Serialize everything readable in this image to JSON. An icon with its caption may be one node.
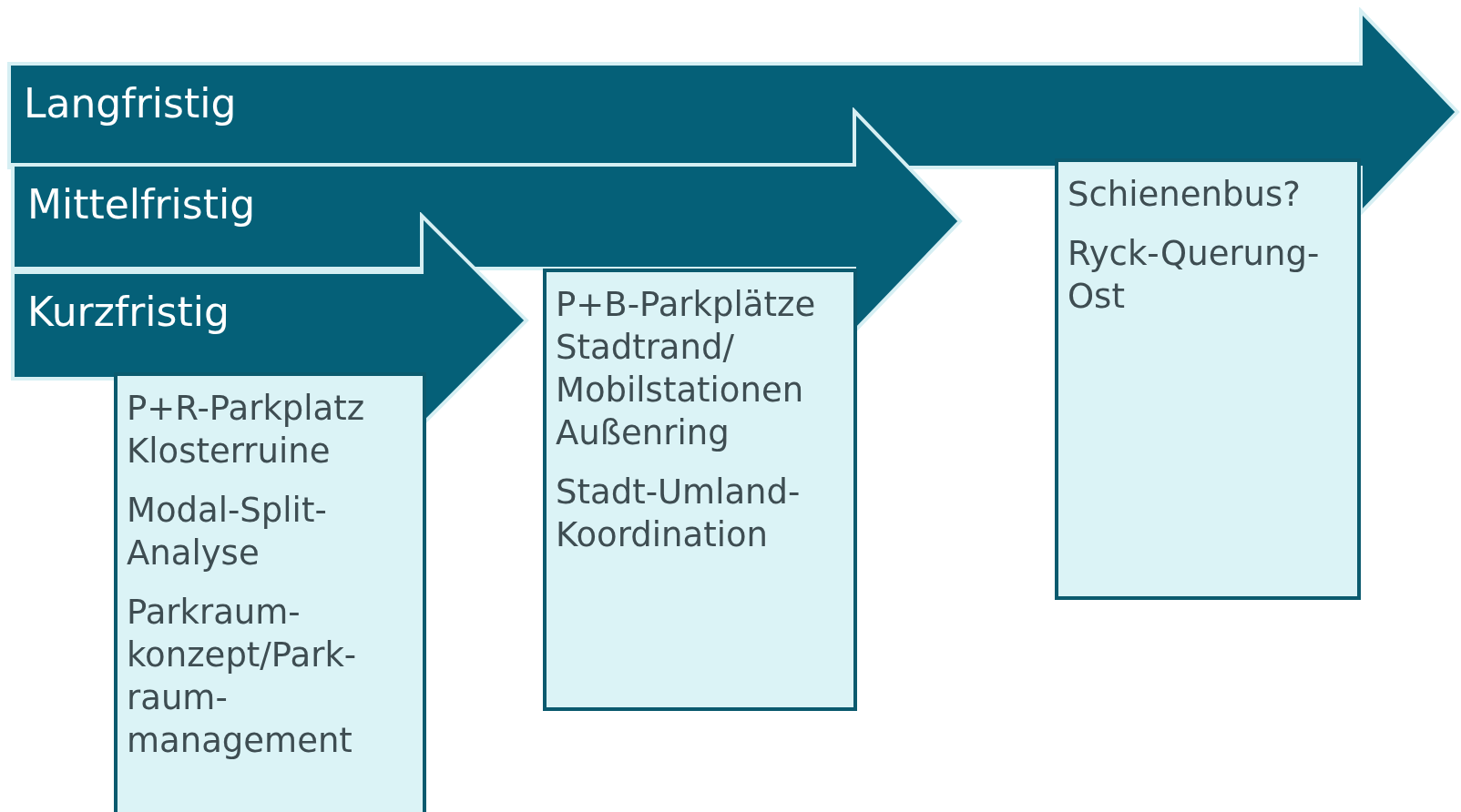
{
  "diagram": {
    "nodes": [
      {
        "text": [
          "Langfristig"
        ]
      },
      {
        "text": [
          "Mittelfristig"
        ]
      },
      {
        "text": [
          "Kurzfristig"
        ]
      },
      {
        "text": [
          "P+R-Parkplatz Klosterruine",
          "Modal-Split-Analyse",
          "Parkraum-konzept/Park-raum-management"
        ]
      },
      {
        "text": [
          "P+B-Parkplätze Stadtrand/ Mobilstationen Außenring",
          "Stadt-Umland-Koordination"
        ]
      },
      {
        "text": [
          "Schienenbus?",
          "Ryck-Querung-Ost"
        ]
      }
    ]
  }
}
